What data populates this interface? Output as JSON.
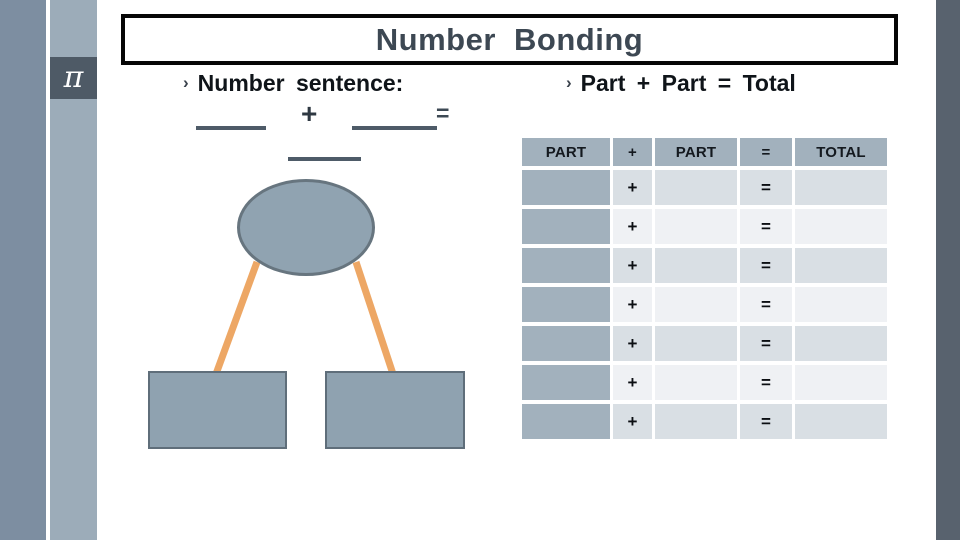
{
  "slide": {
    "title": "Number Bonding"
  },
  "sidebar": {
    "pi_symbol": "π"
  },
  "left_panel": {
    "bullet": "›",
    "heading": "Number sentence:",
    "plus": "+",
    "equals": "="
  },
  "right_panel": {
    "bullet": "›",
    "heading": "Part + Part = Total",
    "table": {
      "headers": [
        "PART",
        "+",
        "PART",
        "=",
        "TOTAL"
      ],
      "rows": [
        {
          "part1": "",
          "plus": "+",
          "part2": "",
          "equals": "=",
          "total": ""
        },
        {
          "part1": "",
          "plus": "+",
          "part2": "",
          "equals": "=",
          "total": ""
        },
        {
          "part1": "",
          "plus": "+",
          "part2": "",
          "equals": "=",
          "total": ""
        },
        {
          "part1": "",
          "plus": "+",
          "part2": "",
          "equals": "=",
          "total": ""
        },
        {
          "part1": "",
          "plus": "+",
          "part2": "",
          "equals": "=",
          "total": ""
        },
        {
          "part1": "",
          "plus": "+",
          "part2": "",
          "equals": "=",
          "total": ""
        },
        {
          "part1": "",
          "plus": "+",
          "part2": "",
          "equals": "=",
          "total": ""
        }
      ]
    }
  },
  "colors": {
    "left_outer_strip": "#7d8ea1",
    "left_inner_strip": "#9cacb9",
    "right_strip": "#58626e",
    "pi_box": "#4e5a66",
    "title_text": "#3d4853",
    "shape_fill": "#90a3b1",
    "shape_border": "#67757f",
    "connector_orange": "#eda765",
    "table_header": "#a2b1bd",
    "row_shade_dark": "#d9dfe4",
    "row_shade_light": "#eff1f4",
    "blank_line": "#4e5b68"
  }
}
